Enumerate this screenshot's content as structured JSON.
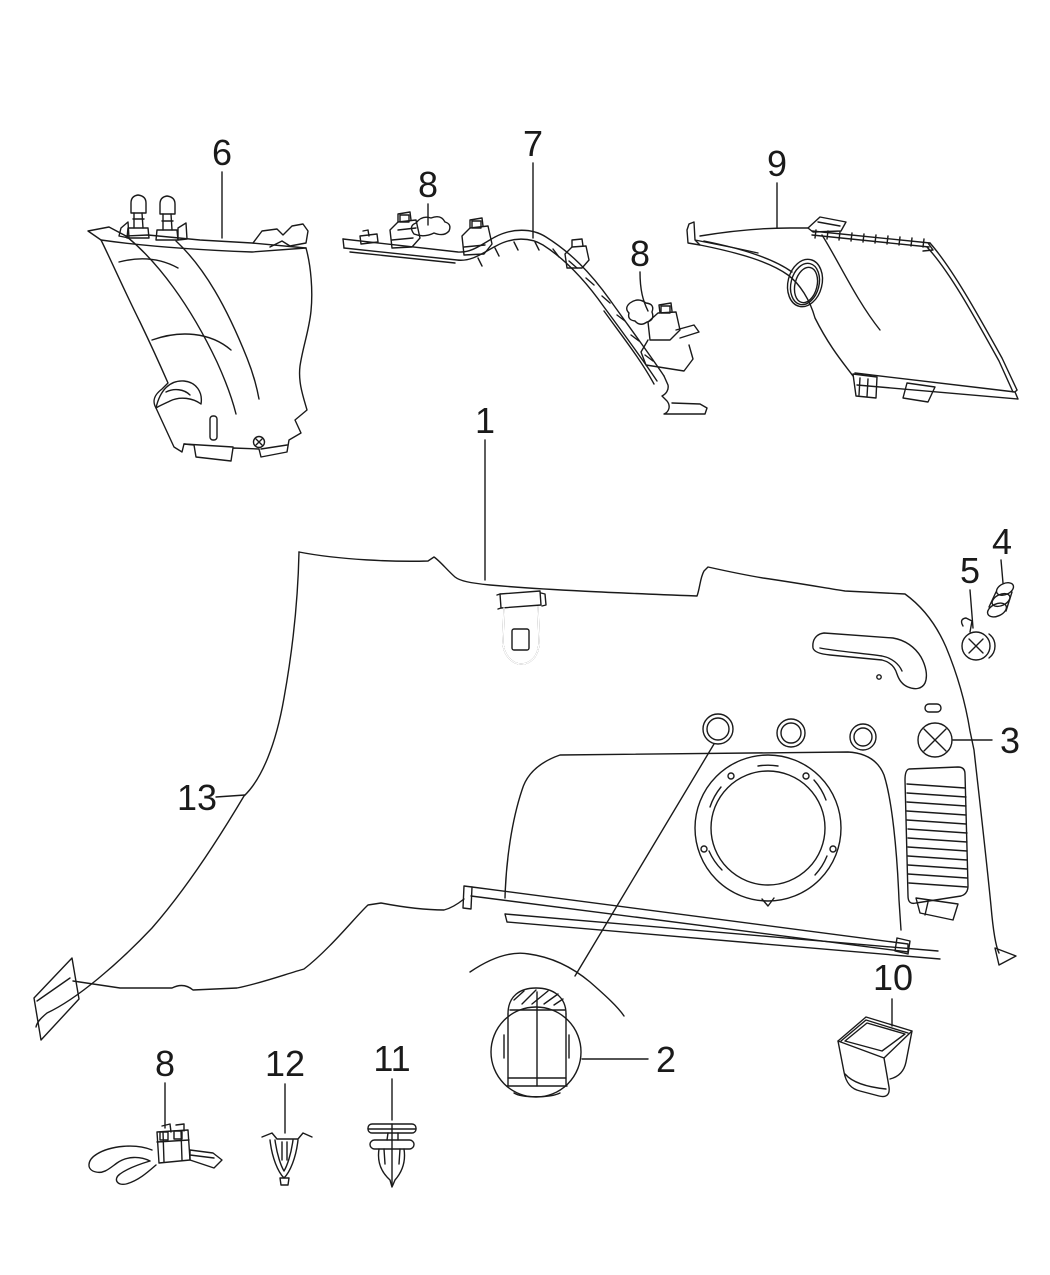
{
  "figure": {
    "type": "parts-diagram",
    "style": "black line art on white"
  },
  "colors": {
    "line": "#1a1a1a",
    "background": "#ffffff"
  },
  "callouts": {
    "n1": {
      "label": "1"
    },
    "n2": {
      "label": "2"
    },
    "n3": {
      "label": "3"
    },
    "n4": {
      "label": "4"
    },
    "n5": {
      "label": "5"
    },
    "n6": {
      "label": "6"
    },
    "n7": {
      "label": "7"
    },
    "n8a": {
      "label": "8"
    },
    "n8b": {
      "label": "8"
    },
    "n8c": {
      "label": "8"
    },
    "n9": {
      "label": "9"
    },
    "n10": {
      "label": "10"
    },
    "n11": {
      "label": "11"
    },
    "n12": {
      "label": "12"
    },
    "n13": {
      "label": "13"
    }
  }
}
